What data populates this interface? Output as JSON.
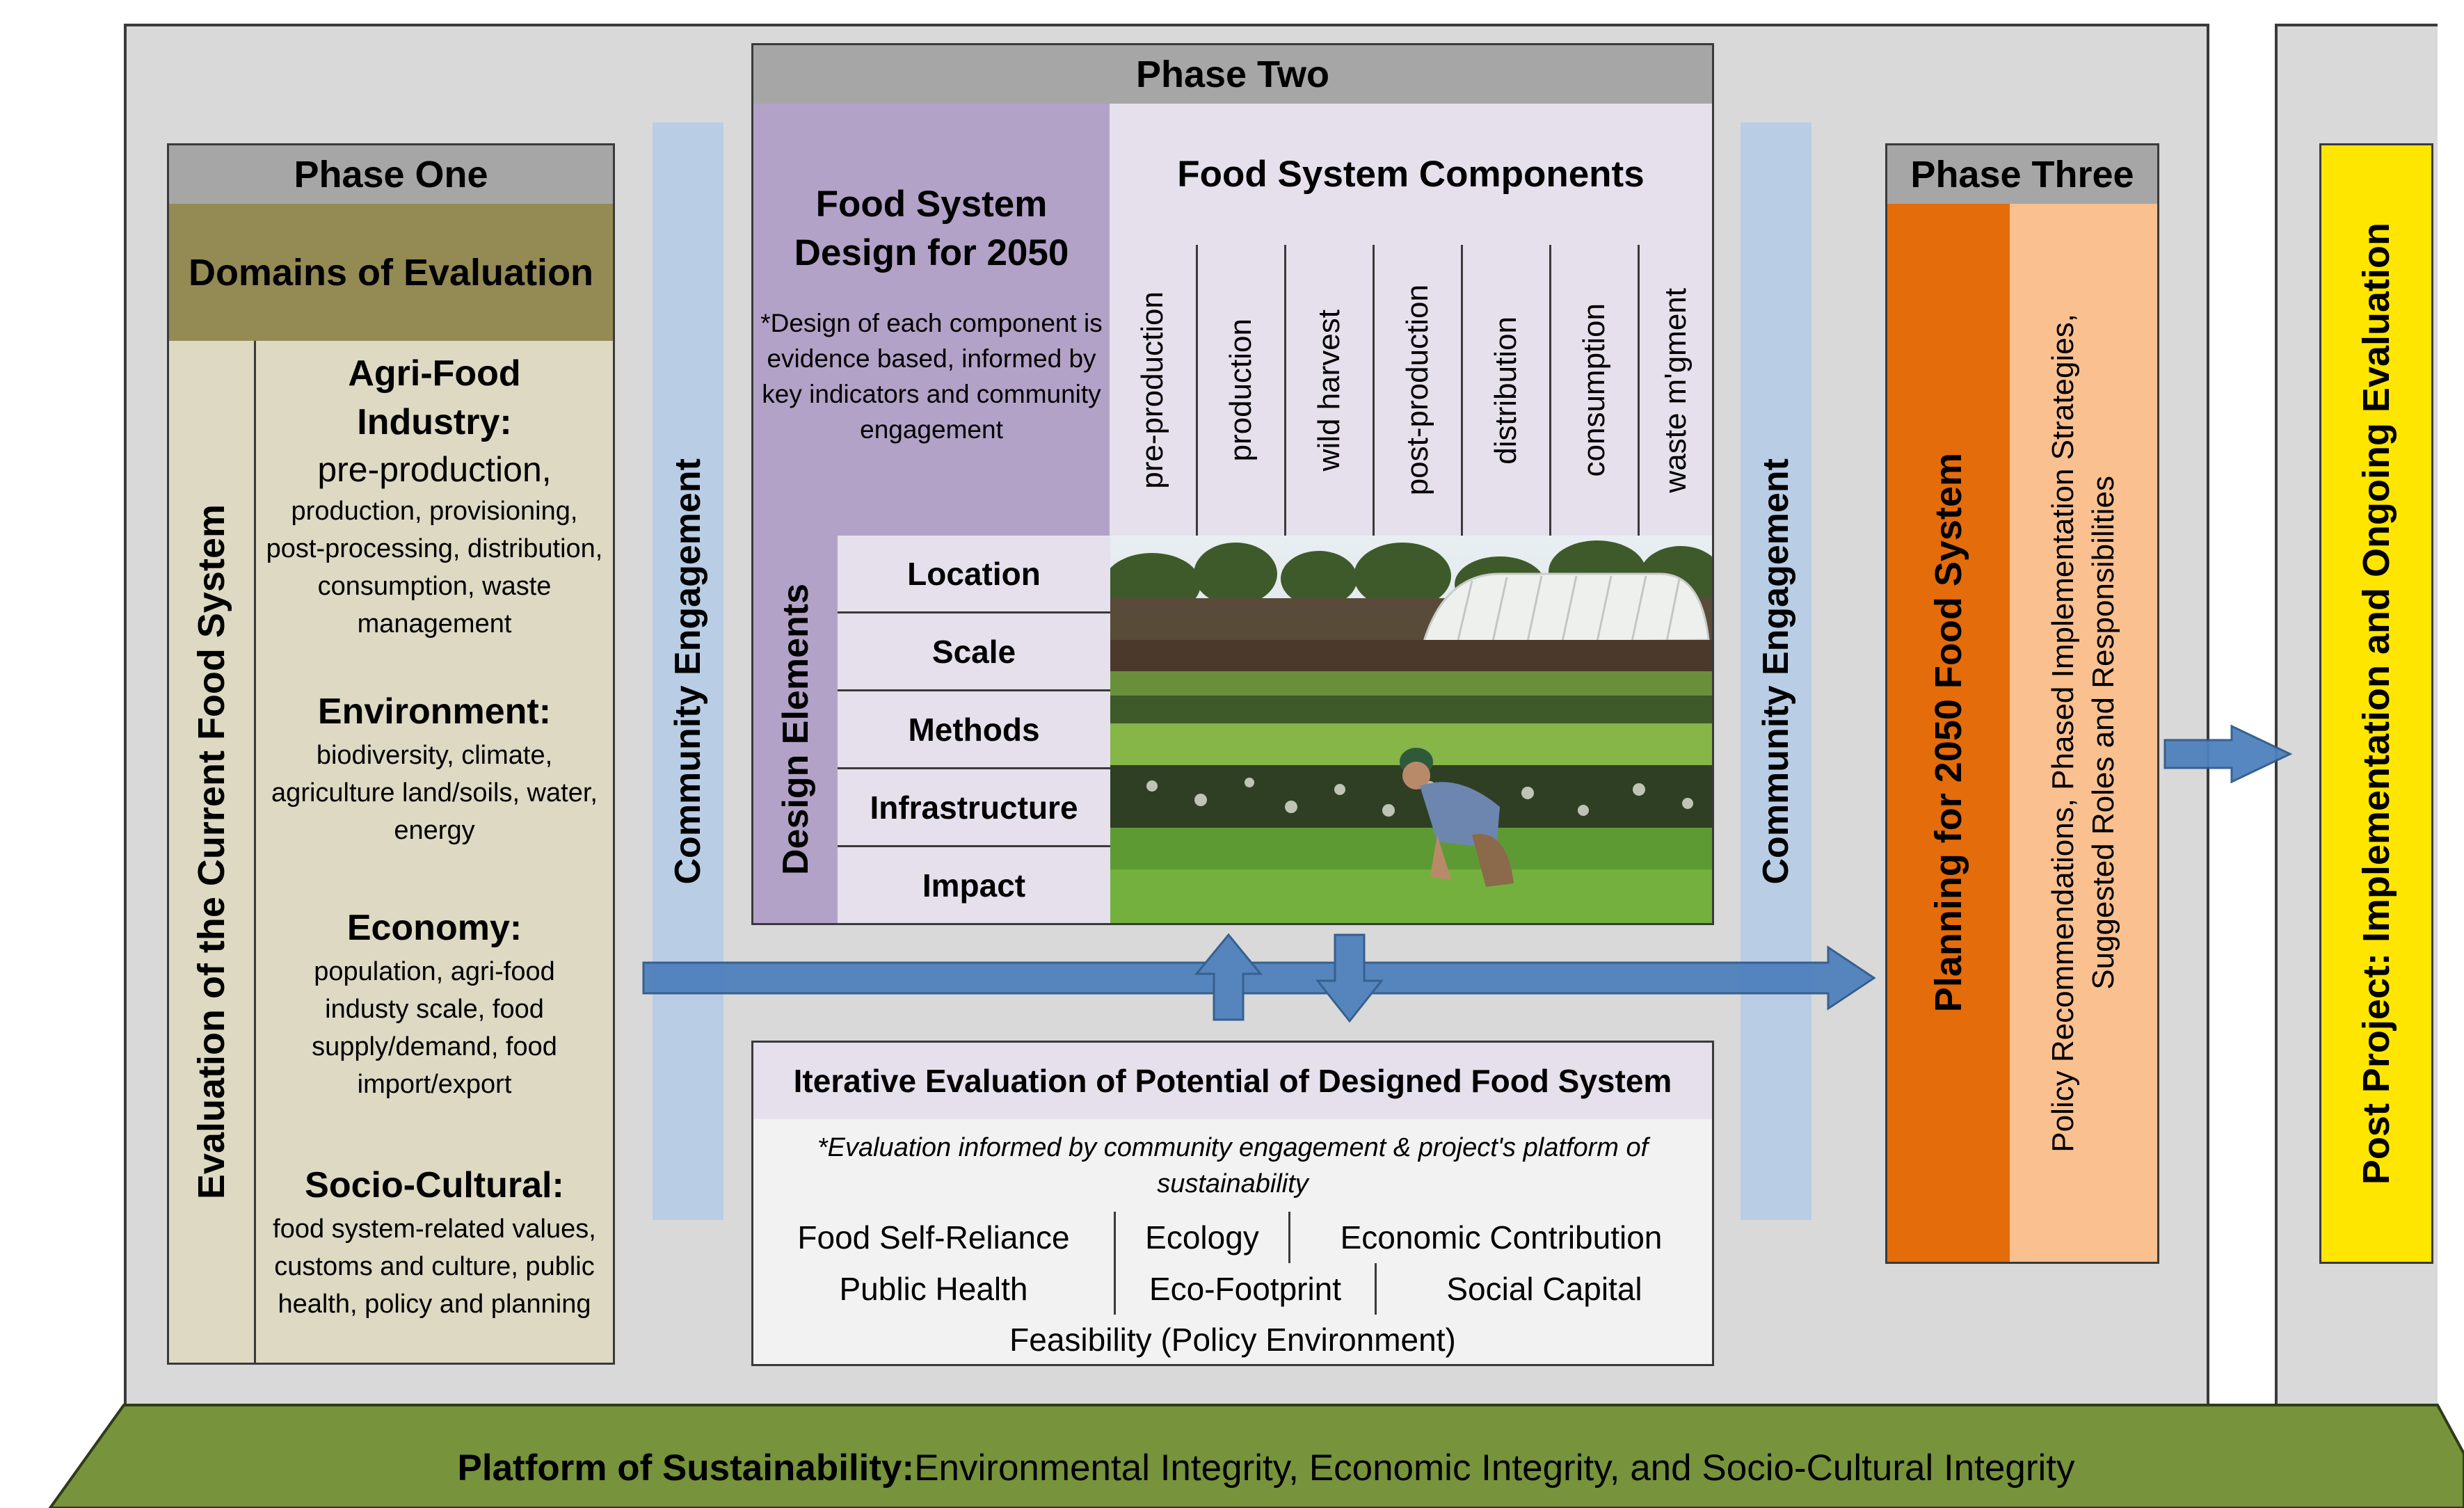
{
  "phase_one": {
    "header": "Phase One",
    "subheader": "Domains of Evaluation",
    "side_label": "Evaluation of the Current Food System",
    "domains": [
      {
        "title": "Agri-Food Industry:",
        "lead": "pre-production,",
        "detail": "production, provisioning, post-processing, distribution, consumption, waste management"
      },
      {
        "title": "Environment:",
        "detail": "biodiversity, climate, agriculture land/soils, water, energy"
      },
      {
        "title": "Economy:",
        "detail": "population, agri-food industy scale, food supply/demand, food import/export"
      },
      {
        "title": "Socio-Cultural:",
        "detail": "food system-related values, customs and culture, public health, policy and planning"
      }
    ]
  },
  "community_engagement": "Community Engagement",
  "phase_two": {
    "header": "Phase Two",
    "design_title": "Food System Design for 2050",
    "design_note": "*Design of each component is evidence based, informed by key indicators and community engagement",
    "components_header": "Food System Components",
    "components": [
      "pre-production",
      "production",
      "wild harvest",
      "post-production",
      "distribution",
      "consumption",
      "waste m'gment"
    ],
    "design_elements_label": "Design Elements",
    "design_elements": [
      "Location",
      "Scale",
      "Methods",
      "Infrastructure",
      "Impact"
    ]
  },
  "iterative": {
    "header": "Iterative Evaluation of Potential of Designed Food System",
    "note": "*Evaluation informed by community engagement & project's platform of sustainability",
    "row1": [
      "Food Self-Reliance",
      "Ecology",
      "Economic Contribution"
    ],
    "row2": [
      "Public Health",
      "Eco-Footprint",
      "Social Capital"
    ],
    "row3": "Feasibility (Policy Environment)"
  },
  "phase_three": {
    "header": "Phase Three",
    "planning": "Planning for 2050 Food System",
    "policy_line1": "Policy Recommendations, Phased Implementation Strategies,",
    "policy_line2": "Suggested Roles and Responsibilities"
  },
  "post_project": "Post Project: Implementation and Ongoing Evaluation",
  "platform": {
    "bold": "Platform of Sustainability:",
    "rest": " Environmental Integrity, Economic Integrity, and Socio-Cultural Integrity"
  },
  "colors": {
    "panel": "#d9d9d9",
    "header_gray": "#a6a6a6",
    "olive": "#948a54",
    "light_olive": "#ddd9c3",
    "purple": "#b3a2c7",
    "light_purple": "#e5e0ec",
    "orange": "#e46c0a",
    "peach": "#fac090",
    "yellow": "#ffe600",
    "green": "#77933c",
    "arrow_blue": "#4f81bd",
    "engagement_blue": "#b9cde5"
  }
}
